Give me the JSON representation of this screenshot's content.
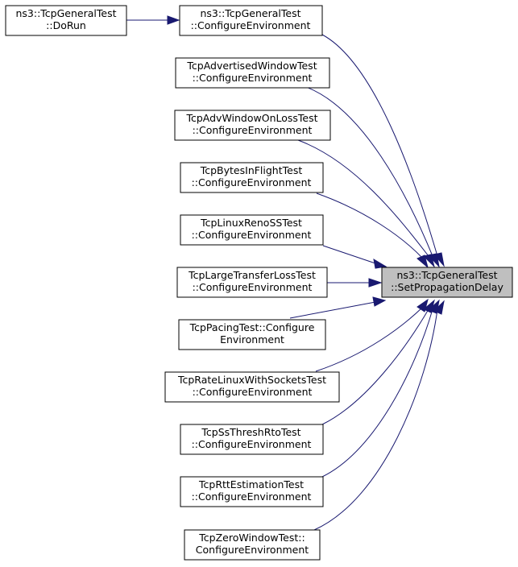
{
  "graph": {
    "target": {
      "line1": "ns3::TcpGeneralTest",
      "line2": "::SetPropagationDelay",
      "fill": "#bfbfbf"
    },
    "caller": {
      "line1": "ns3::TcpGeneralTest",
      "line2": "::DoRun"
    },
    "nodes": [
      {
        "id": "general-configure",
        "line1": "ns3::TcpGeneralTest",
        "line2": "::ConfigureEnvironment"
      },
      {
        "id": "advertised-window",
        "line1": "TcpAdvertisedWindowTest",
        "line2": "::ConfigureEnvironment"
      },
      {
        "id": "adv-window-on-loss",
        "line1": "TcpAdvWindowOnLossTest",
        "line2": "::ConfigureEnvironment"
      },
      {
        "id": "bytes-in-flight",
        "line1": "TcpBytesInFlightTest",
        "line2": "::ConfigureEnvironment"
      },
      {
        "id": "linux-reno-ss",
        "line1": "TcpLinuxRenoSSTest",
        "line2": "::ConfigureEnvironment"
      },
      {
        "id": "large-transfer-loss",
        "line1": "TcpLargeTransferLossTest",
        "line2": "::ConfigureEnvironment"
      },
      {
        "id": "pacing",
        "line1": "TcpPacingTest::Configure",
        "line2": "Environment"
      },
      {
        "id": "rate-linux-with-sockets",
        "line1": "TcpRateLinuxWithSocketsTest",
        "line2": "::ConfigureEnvironment"
      },
      {
        "id": "ss-thresh-rto",
        "line1": "TcpSsThreshRtoTest",
        "line2": "::ConfigureEnvironment"
      },
      {
        "id": "rtt-estimation",
        "line1": "TcpRttEstimationTest",
        "line2": "::ConfigureEnvironment"
      },
      {
        "id": "zero-window",
        "line1": "TcpZeroWindowTest::",
        "line2": "ConfigureEnvironment"
      }
    ],
    "colors": {
      "edge": "#191970",
      "border": "#000000",
      "background": "#ffffff"
    }
  }
}
